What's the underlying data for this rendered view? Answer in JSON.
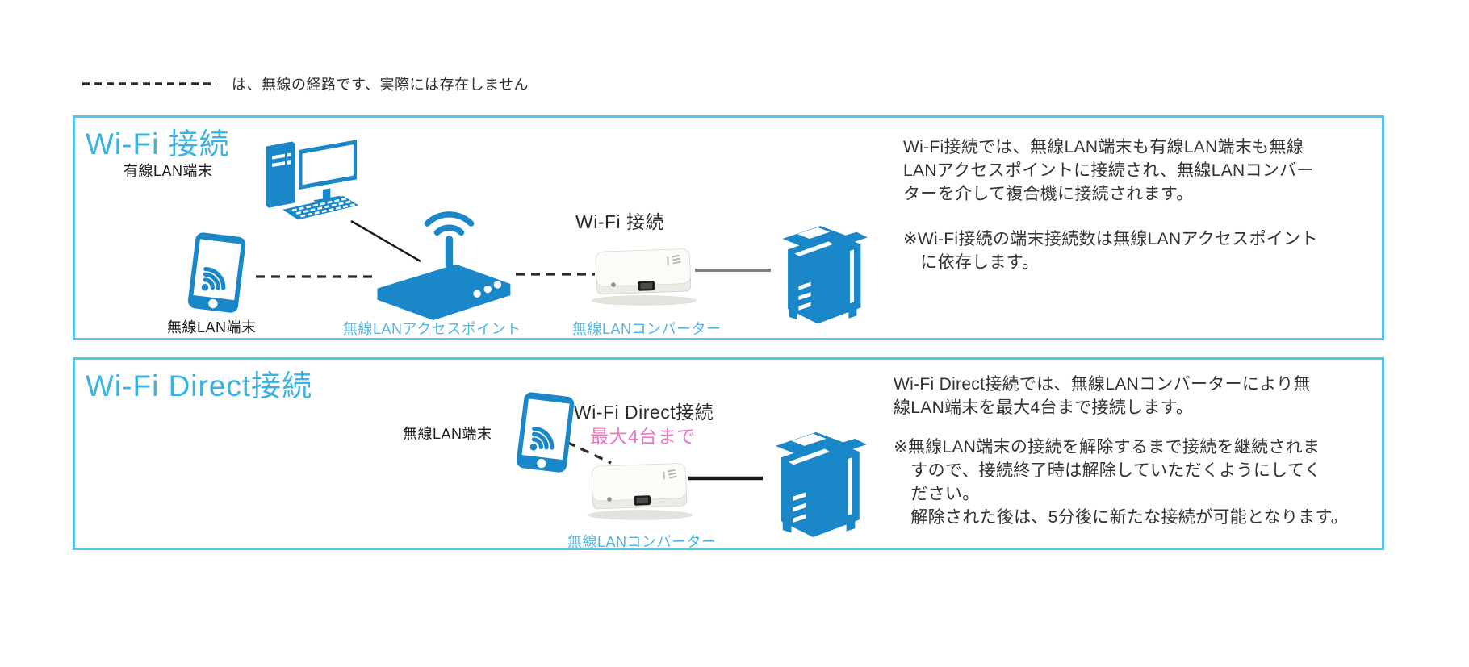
{
  "legend": {
    "text": "は、無線の経路です、実際には存在しません"
  },
  "panel_wifi": {
    "title": "Wi-Fi 接続",
    "labels": {
      "wired_terminal": "有線LAN端末",
      "wireless_terminal": "無線LAN端末",
      "access_point": "無線LANアクセスポイント",
      "converter": "無線LANコンバーター",
      "connection": "Wi-Fi 接続"
    },
    "description": "Wi-Fi接続では、無線LAN端末も有線LAN端末も無線\nLANアクセスポイントに接続され、無線LANコンバー\nターを介して複合機に接続されます。",
    "note": "※Wi-Fi接続の端末接続数は無線LANアクセスポイント\n　に依存します。"
  },
  "panel_wifi_direct": {
    "title": "Wi-Fi Direct接続",
    "labels": {
      "wireless_terminal": "無線LAN端末",
      "connection": "Wi-Fi Direct接続",
      "max_devices": "最大4台まで",
      "converter": "無線LANコンバーター"
    },
    "description": "Wi-Fi Direct接続では、無線LANコンバーターにより無\n線LAN端末を最大4台まで接続します。",
    "note": "※無線LAN端末の接続を解除するまで接続を継続されま\n　すので、接続終了時は解除していただくようにしてく\n　ださい。\n　解除された後は、5分後に新たな接続が可能となります。"
  },
  "icons": {
    "desktop": "desktop-computer-icon",
    "smartphone": "smartphone-wifi-icon",
    "access_point": "wireless-router-icon",
    "converter": "wireless-lan-converter-icon",
    "printer": "multifunction-printer-icon"
  },
  "colors": {
    "icon_blue": "#1a87c8",
    "panel_border": "#5ac3ec",
    "title_blue": "#3cb2e2",
    "label_blue": "#4fb8e6",
    "pink": "#e878c2",
    "text": "#333333",
    "wired_line_gray": "#7f7f7f",
    "dashed_line": "#2a2a2a"
  }
}
